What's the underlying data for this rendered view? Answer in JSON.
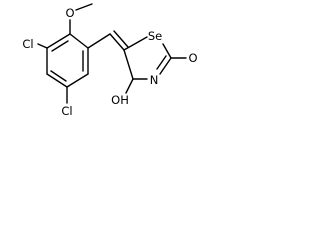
{
  "atoms": {
    "chlorine_upper": "Cl",
    "chlorine_lower": "Cl",
    "methoxy_oxygen": "O",
    "selenium": "Se",
    "nitrogen": "N",
    "carbonyl_oxygen": "O",
    "hydroxyl": "OH"
  },
  "colors": {
    "bond": "#000000",
    "background": "#ffffff"
  }
}
